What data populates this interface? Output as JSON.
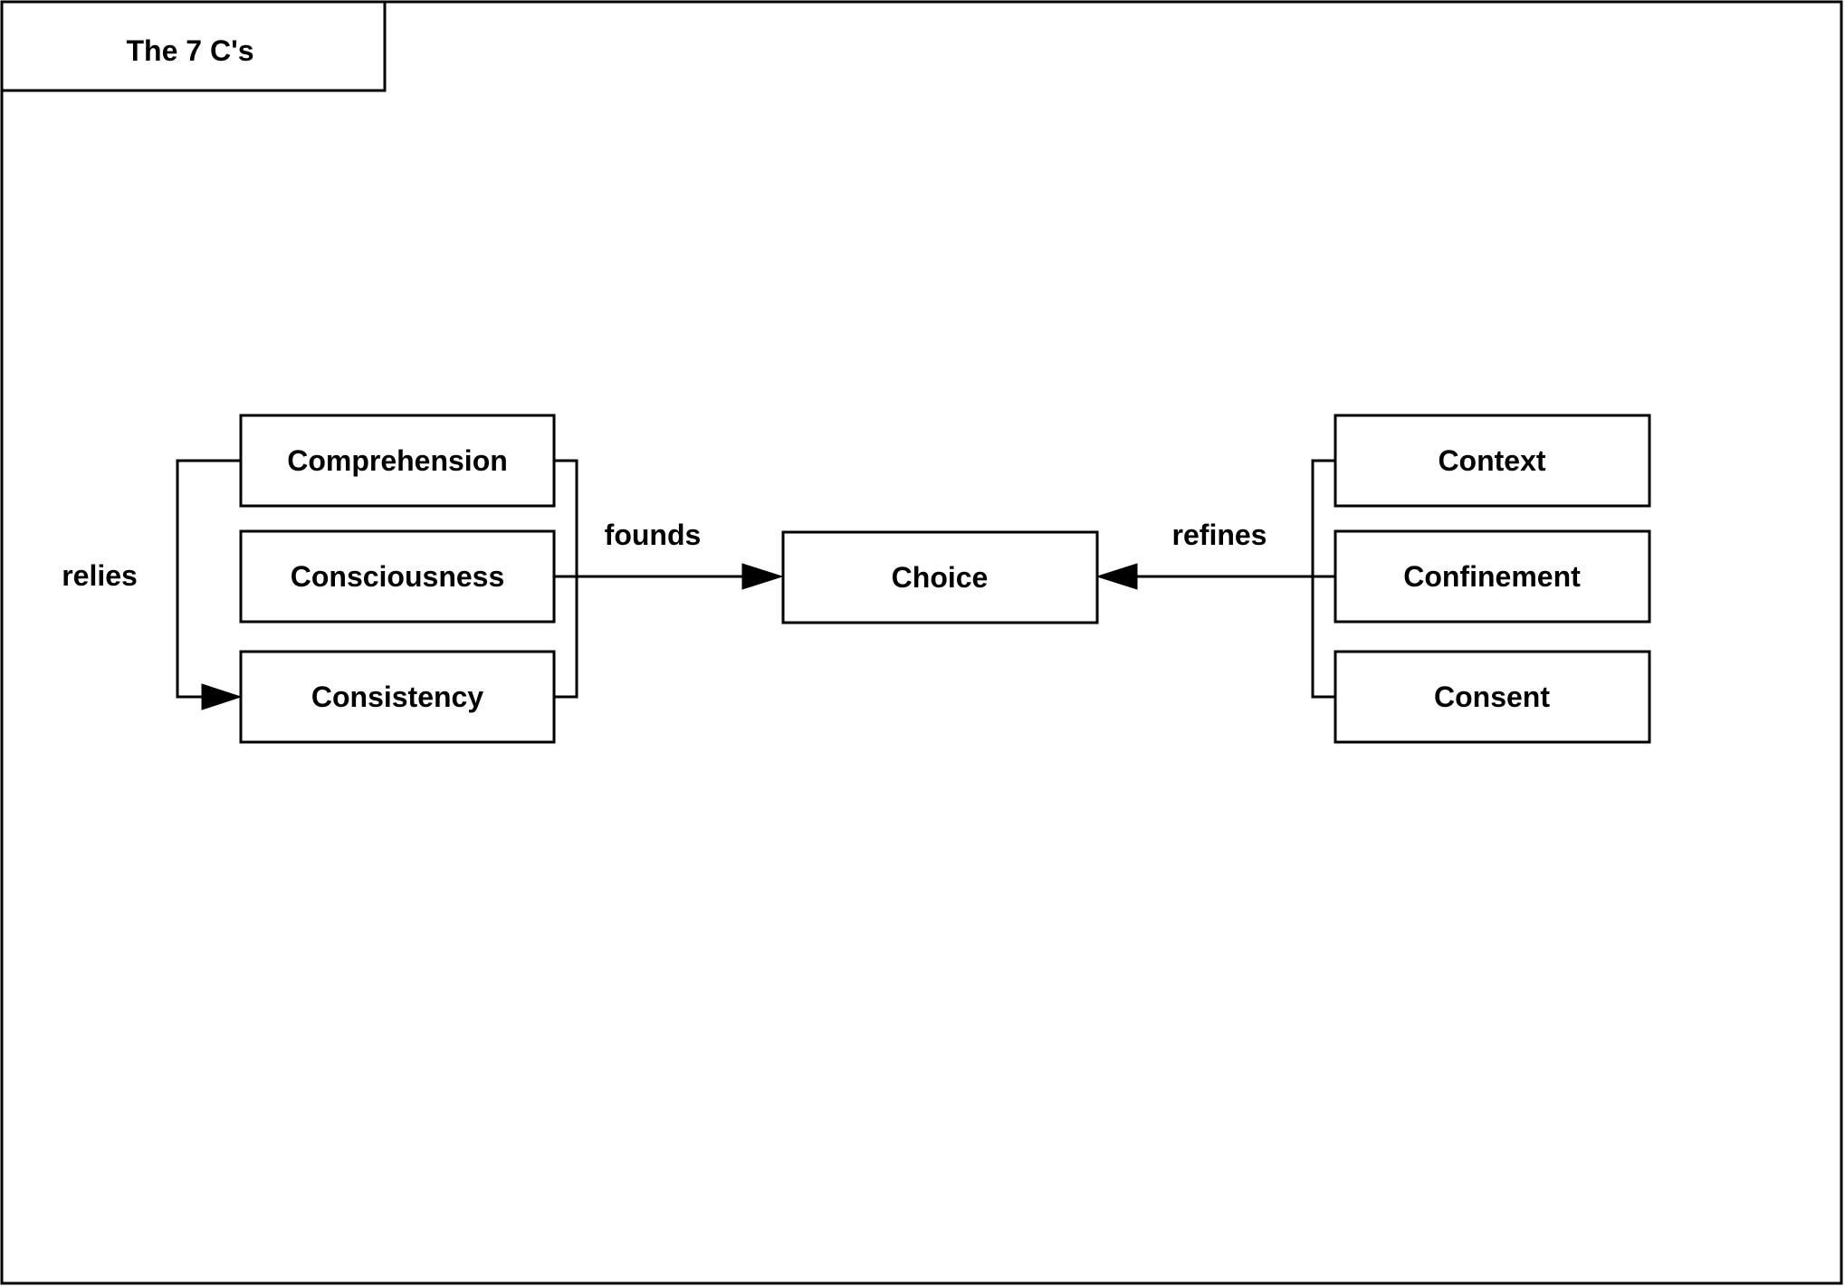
{
  "frame": {
    "title": "The 7 C's"
  },
  "colors": {
    "stroke": "#000000",
    "background": "#ffffff"
  },
  "nodes": {
    "comprehension": "Comprehension",
    "consciousness": "Consciousness",
    "consistency": "Consistency",
    "choice": "Choice",
    "context": "Context",
    "confinement": "Confinement",
    "consent": "Consent"
  },
  "edges": {
    "relies": "relies",
    "founds": "founds",
    "refines": "refines"
  }
}
